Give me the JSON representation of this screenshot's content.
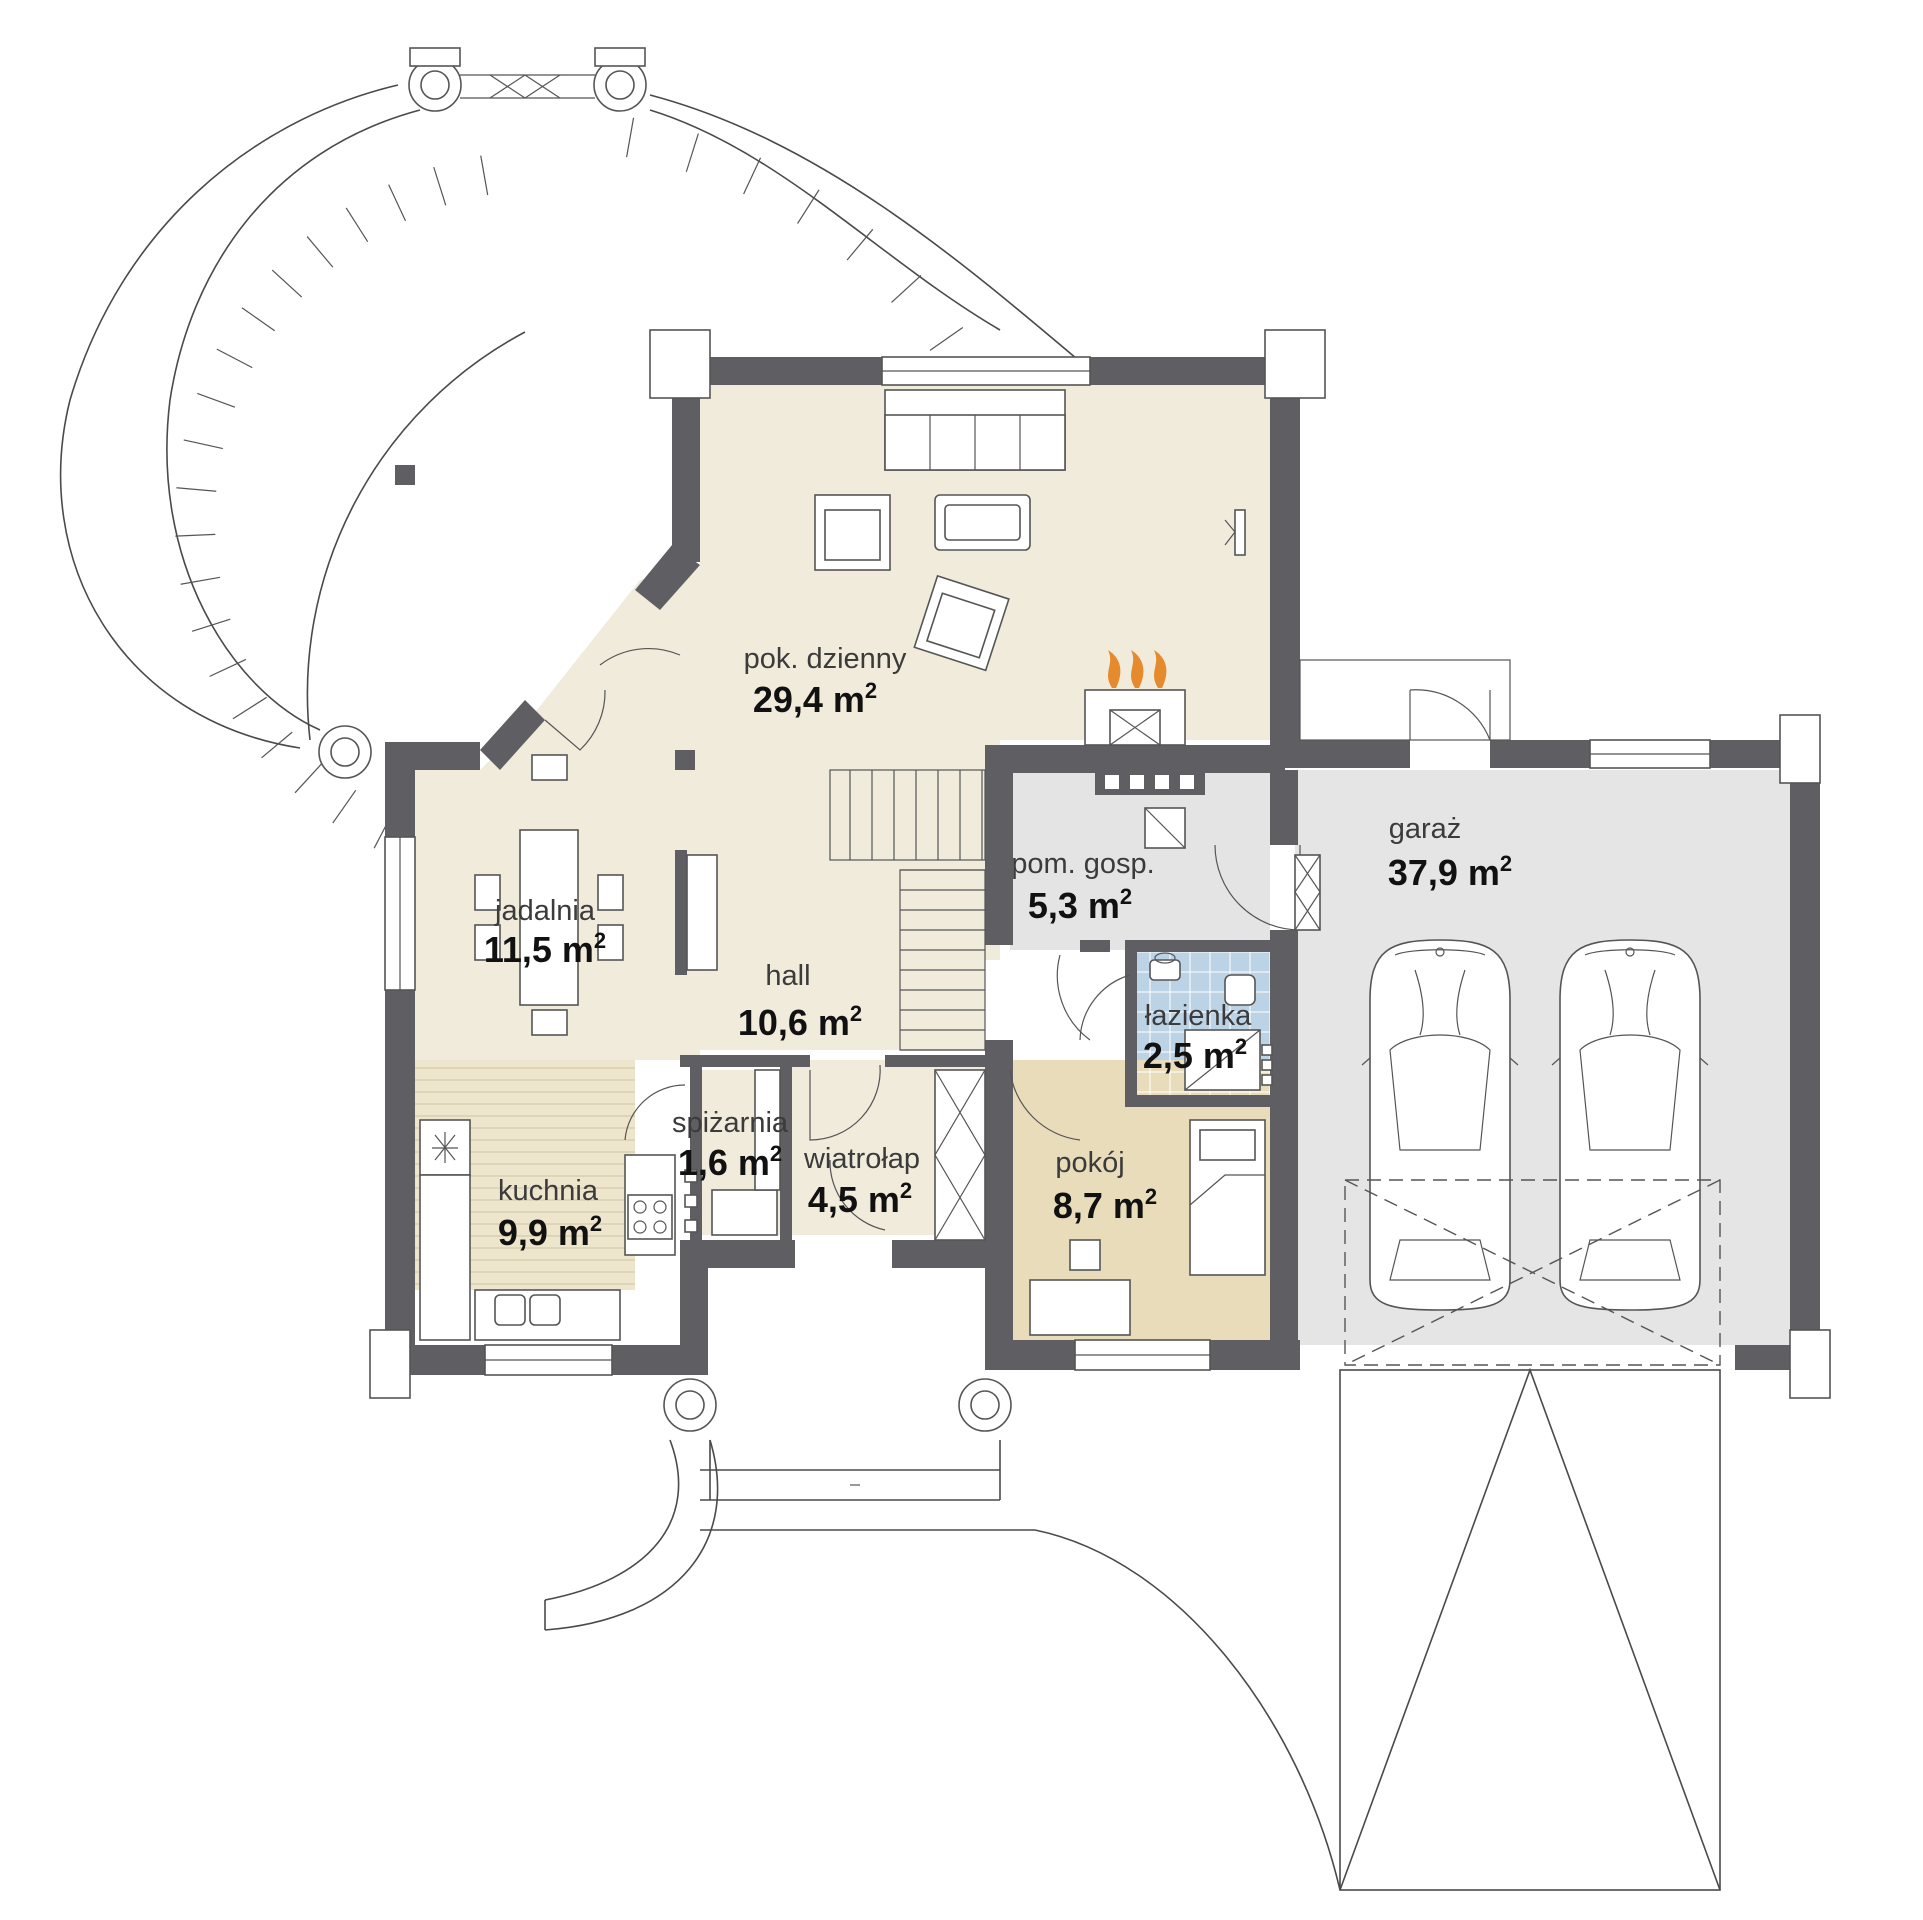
{
  "rooms": [
    {
      "id": "living",
      "name": "pok. dzienny",
      "area": "29,4 m",
      "sup": "2"
    },
    {
      "id": "dining",
      "name": "jadalnia",
      "area": "11,5 m",
      "sup": "2"
    },
    {
      "id": "hall",
      "name": "hall",
      "area": "10,6 m",
      "sup": "2"
    },
    {
      "id": "utility",
      "name": "pom. gosp.",
      "area": "5,3 m",
      "sup": "2"
    },
    {
      "id": "garage",
      "name": "garaż",
      "area": "37,9 m",
      "sup": "2"
    },
    {
      "id": "bathroom",
      "name": "łazienka",
      "area": "2,5 m",
      "sup": "2"
    },
    {
      "id": "pantry",
      "name": "spiżarnia",
      "area": "1,6 m",
      "sup": "2"
    },
    {
      "id": "vestibule",
      "name": "wiatrołap",
      "area": "4,5 m",
      "sup": "2"
    },
    {
      "id": "kitchen",
      "name": "kuchnia",
      "area": "9,9 m",
      "sup": "2"
    },
    {
      "id": "room",
      "name": "pokój",
      "area": "8,7 m",
      "sup": "2"
    }
  ],
  "colors": {
    "wall": "#5f5f63",
    "living_floor": "#f1ebdc",
    "hall_floor": "#f3eee2",
    "garage_floor": "#e5e5e5",
    "utility_floor": "#e4e4e4",
    "bathroom_tile": "#bcd3e6",
    "room_floor": "#e8dcbb",
    "kitchen_floor": "#eee6cc",
    "flame": "#e68a2e"
  },
  "icons": [
    "fireplace-flame-icon",
    "car-icon",
    "sink-icon",
    "stove-icon",
    "toilet-icon",
    "shower-icon",
    "bed-icon"
  ]
}
